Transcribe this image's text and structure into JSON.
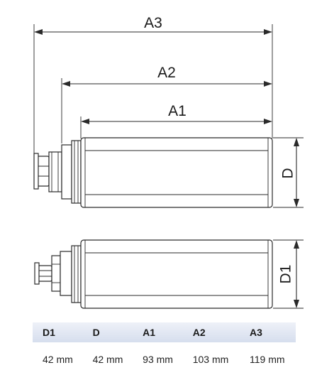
{
  "dimension_labels": {
    "a3": "A3",
    "a2": "A2",
    "a1": "A1",
    "d": "D",
    "d1": "D1"
  },
  "table": {
    "headers": [
      "D1",
      "D",
      "A1",
      "A2",
      "A3"
    ],
    "values": [
      "42 mm",
      "42 mm",
      "93 mm",
      "103 mm",
      "119 mm"
    ]
  },
  "colors": {
    "line": "#2a2a2a",
    "table_header_top": "#eef1f8",
    "table_header_bottom": "#d6deee"
  }
}
